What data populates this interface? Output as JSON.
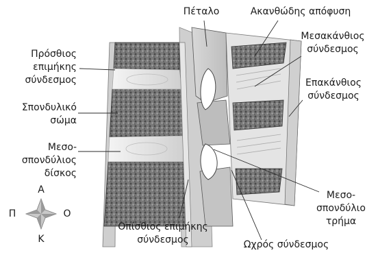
{
  "labels": {
    "petalo": "Πέταλο",
    "akanthodis": "Ακανθώδης απόφυση",
    "mesakanthios_1": "Μεσακάνθιος",
    "mesakanthios_2": "σύνδεσμος",
    "epakanthios_1": "Επακάνθιος",
    "epakanthios_2": "σύνδεσμος",
    "prosthios_1": "Πρόσθιος",
    "prosthios_2": "επιμήκης",
    "prosthios_3": "σύνδεσμος",
    "soma_1": "Σπονδυλικό",
    "soma_2": "σώμα",
    "diskos_1": "Μεσο-",
    "diskos_2": "σπονδύλιος",
    "diskos_3": "δίσκος",
    "trima_1": "Μεσο-",
    "trima_2": "σπονδύλιο",
    "trima_3": "τρήμα",
    "opisthios_1": "Οπίσθιος επιμήκης",
    "opisthios_2": "σύνδεσμος",
    "ochros": "Ωχρός σύνδεσμος"
  },
  "compass": {
    "up": "Α",
    "down": "Κ",
    "left": "Π",
    "right": "Ο"
  },
  "colors": {
    "bone": "#6c6c6c",
    "disc": "#e8e8e8",
    "ligament": "#dcdcdc",
    "outline": "#3a3a3a"
  }
}
